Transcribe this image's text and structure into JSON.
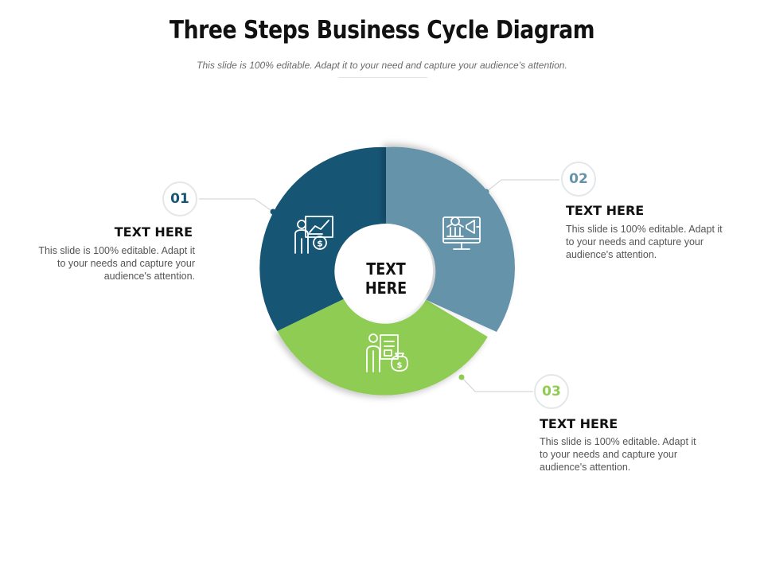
{
  "title": "Three Steps Business Cycle Diagram",
  "subtitle": "This slide is 100% editable. Adapt it to your need and capture your audience’s attention.",
  "center_label": "TEXT HERE",
  "colors": {
    "step1": "#165574",
    "step2": "#6593aa",
    "step3": "#8fcc52",
    "connector": "#c9d1d6"
  },
  "steps": [
    {
      "number": "01",
      "heading": "TEXT HERE",
      "body": "This slide is 100% editable. Adapt it to your needs and capture your audience's attention.",
      "icon": "presenter-chart-dollar-icon"
    },
    {
      "number": "02",
      "heading": "TEXT HERE",
      "body": "This slide is 100% editable. Adapt it to your needs and capture your audience's attention.",
      "icon": "monitor-bank-megaphone-icon"
    },
    {
      "number": "03",
      "heading": "TEXT HERE",
      "body": "This slide is 100% editable. Adapt it to your needs and capture your audience's attention.",
      "icon": "businessman-document-money-icon"
    }
  ]
}
